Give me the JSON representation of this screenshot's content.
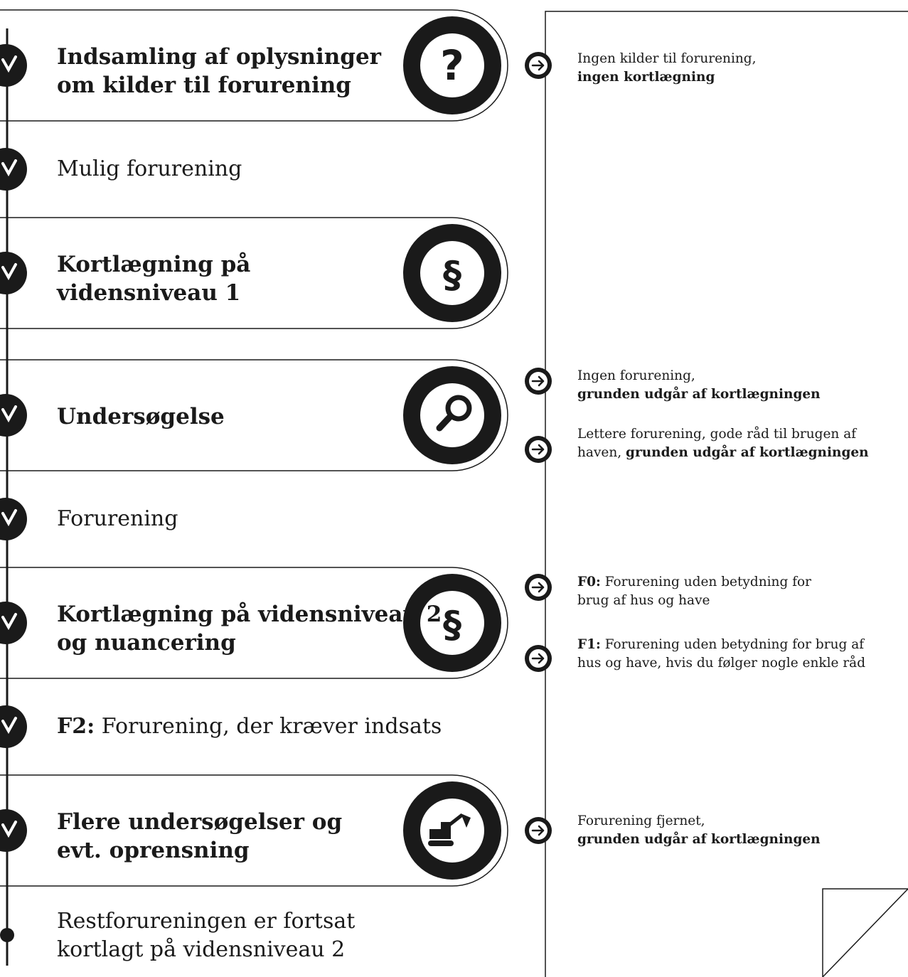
{
  "stages": [
    {
      "title_line1": "Indsamling af oplysninger",
      "title_line2": "om kilder til forurening",
      "icon": "question-icon"
    },
    {
      "title_line1": "Kortlægning på",
      "title_line2": "vidensniveau 1",
      "icon": "paragraph-icon"
    },
    {
      "title_line1": "Undersøgelse",
      "title_line2": "",
      "icon": "magnifier-icon"
    },
    {
      "title_line1": "Kortlægning på vidensniveau 2",
      "title_line2": "og nuancering",
      "icon": "paragraph-icon"
    },
    {
      "title_line1": "Flere undersøgelser og",
      "title_line2": "evt. oprensning",
      "icon": "excavator-icon"
    }
  ],
  "states": [
    {
      "text": "Mulig forurening"
    },
    {
      "text": "Forurening"
    },
    {
      "bold": "F2:",
      "text": " Forurening, der kræver indsats"
    },
    {
      "line1": "Restforureningen er fortsat",
      "line2": "kortlagt på vidensniveau 2"
    }
  ],
  "outcomes": [
    {
      "plain": "Ingen kilder til forurening,",
      "bold": "ingen kortlægning"
    },
    {
      "plain": "Ingen forurening,",
      "bold": "grunden udgår af kortlægningen"
    },
    {
      "plain_line1": "Lettere forurening, gode råd til brugen af",
      "plain_line2": "haven, ",
      "bold": "grunden udgår af kortlægningen"
    },
    {
      "bold": "F0:",
      "plain_line1": " Forurening uden betydning for",
      "plain_line2": "brug af hus og have"
    },
    {
      "bold": "F1:",
      "plain_line1": " Forurening uden betydning for  brug af",
      "plain_line2": "hus og have, hvis du følger nogle enkle råd"
    },
    {
      "plain": "Forurening fjernet,",
      "bold": "grunden udgår af kortlægningen"
    }
  ],
  "colors": {
    "ink": "#1a1a1a",
    "paper": "#ffffff"
  }
}
